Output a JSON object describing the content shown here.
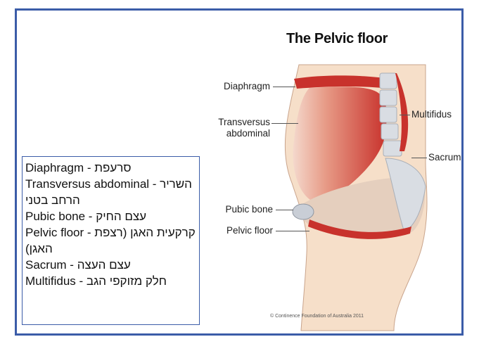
{
  "title": "The Pelvic floor",
  "labels": {
    "diaphragm": "Diaphragm",
    "transversus_line1": "Transversus",
    "transversus_line2": "abdominal",
    "multifidus": "Multifidus",
    "sacrum": "Sacrum",
    "pubic_bone": "Pubic bone",
    "pelvic_floor": "Pelvic floor"
  },
  "legend": [
    {
      "en": "Diaphragm - ",
      "he": "סרעפת"
    },
    {
      "en": "Transversus abdominal - ",
      "he": "השריר הרחב בטני"
    },
    {
      "en": "Pubic bone - ",
      "he": "עצם החיק"
    },
    {
      "en": "Pelvic floor - ",
      "he": "קרקעית האגן (רצפת האגן)"
    },
    {
      "en": "Sacrum - ",
      "he": "עצם העצה"
    },
    {
      "en": "Multifidus - ",
      "he": "חלק מזוקפי הגב"
    }
  ],
  "credit": "© Continence Foundation of Australia 2011",
  "colors": {
    "border": "#3b5ca8",
    "muscle": "#c8322c",
    "skin": "#f6dfc9",
    "bone": "#d9dde3"
  }
}
